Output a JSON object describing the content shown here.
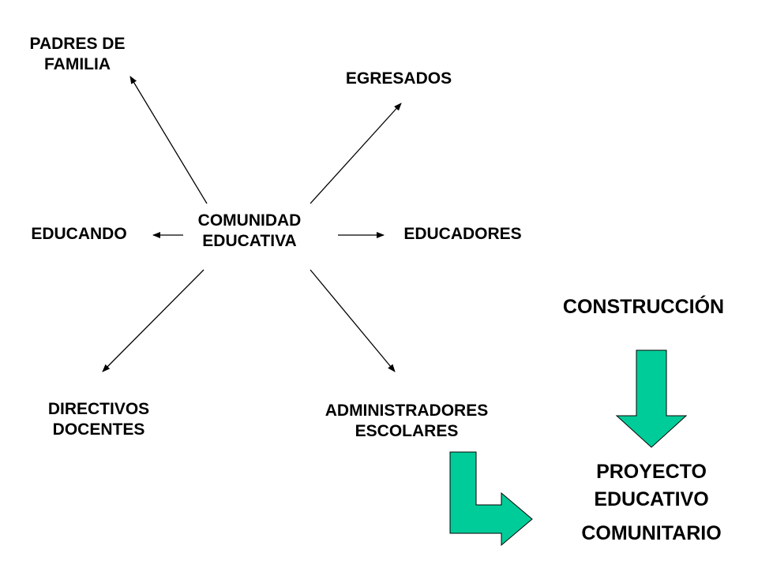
{
  "center": {
    "line1": "COMUNIDAD",
    "line2": "EDUCATIVA"
  },
  "nodes": {
    "padres": {
      "line1": "PADRES DE",
      "line2": "FAMILIA"
    },
    "egresados": {
      "line1": "EGRESADOS"
    },
    "educando": {
      "line1": "EDUCANDO"
    },
    "educadores": {
      "line1": "EDUCADORES"
    },
    "directivos": {
      "line1": "DIRECTIVOS",
      "line2": "DOCENTES"
    },
    "administradores": {
      "line1": "ADMINISTRADORES",
      "line2": "ESCOLARES"
    }
  },
  "construccion": "CONSTRUCCIÓN",
  "proyecto": {
    "line1": "PROYECTO",
    "line2": "EDUCATIVO",
    "line3": "COMUNITARIO"
  },
  "colors": {
    "block_arrow_fill": "#00cc99",
    "line": "#000000"
  }
}
